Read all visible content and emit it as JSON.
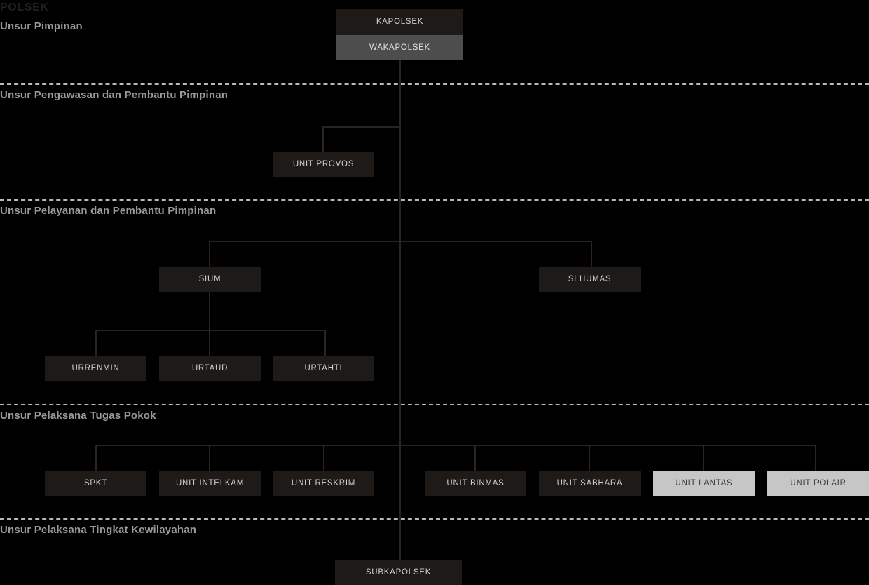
{
  "chart_title": "POLSEK",
  "bands": [
    {
      "id": "pimpinan",
      "label": "Unsur Pimpinan"
    },
    {
      "id": "pengawasan",
      "label": "Unsur Pengawasan dan Pembantu Pimpinan"
    },
    {
      "id": "pelayanan",
      "label": "Unsur Pelayanan dan Pembantu Pimpinan"
    },
    {
      "id": "tugas-pokok",
      "label": "Unsur Pelaksana Tugas Pokok"
    },
    {
      "id": "kewilayahan",
      "label": "Unsur Pelaksana Tingkat Kewilayahan"
    }
  ],
  "nodes": [
    {
      "id": "kapolsek",
      "label": "KAPOLSEK",
      "style": "dark",
      "band": "pimpinan"
    },
    {
      "id": "wakapolsek",
      "label": "WAKAPOLSEK",
      "style": "mid",
      "band": "pimpinan"
    },
    {
      "id": "unit-provos",
      "label": "UNIT PROVOS",
      "style": "dark",
      "band": "pengawasan"
    },
    {
      "id": "sium",
      "label": "SIUM",
      "style": "dark",
      "band": "pelayanan"
    },
    {
      "id": "si-humas",
      "label": "SI HUMAS",
      "style": "dark",
      "band": "pelayanan"
    },
    {
      "id": "urrenmin",
      "label": "URRENMIN",
      "style": "dark",
      "band": "pelayanan"
    },
    {
      "id": "urtaud",
      "label": "URTAUD",
      "style": "dark",
      "band": "pelayanan"
    },
    {
      "id": "urtahti",
      "label": "URTAHTI",
      "style": "dark",
      "band": "pelayanan"
    },
    {
      "id": "spkt",
      "label": "SPKT",
      "style": "dark",
      "band": "tugas-pokok"
    },
    {
      "id": "unit-intelkam",
      "label": "UNIT INTELKAM",
      "style": "dark",
      "band": "tugas-pokok"
    },
    {
      "id": "unit-reskrim",
      "label": "UNIT RESKRIM",
      "style": "dark",
      "band": "tugas-pokok"
    },
    {
      "id": "unit-binmas",
      "label": "UNIT BINMAS",
      "style": "dark",
      "band": "tugas-pokok"
    },
    {
      "id": "unit-sabhara",
      "label": "UNIT SABHARA",
      "style": "dark",
      "band": "tugas-pokok"
    },
    {
      "id": "unit-lantas",
      "label": "UNIT LANTAS",
      "style": "light",
      "band": "tugas-pokok"
    },
    {
      "id": "unit-polair",
      "label": "UNIT POLAIR",
      "style": "light",
      "band": "tugas-pokok"
    },
    {
      "id": "subkapolsek",
      "label": "SUBKAPOLSEK",
      "style": "dark",
      "band": "kewilayahan"
    }
  ],
  "colors": {
    "background": "#000000",
    "node_dark": "#1e1a18",
    "node_mid": "#4d4d4d",
    "node_light": "#c6c6c6",
    "connector": "#2a2320",
    "band_label": "#9a9a9a",
    "divider": "#b9b9b9"
  }
}
